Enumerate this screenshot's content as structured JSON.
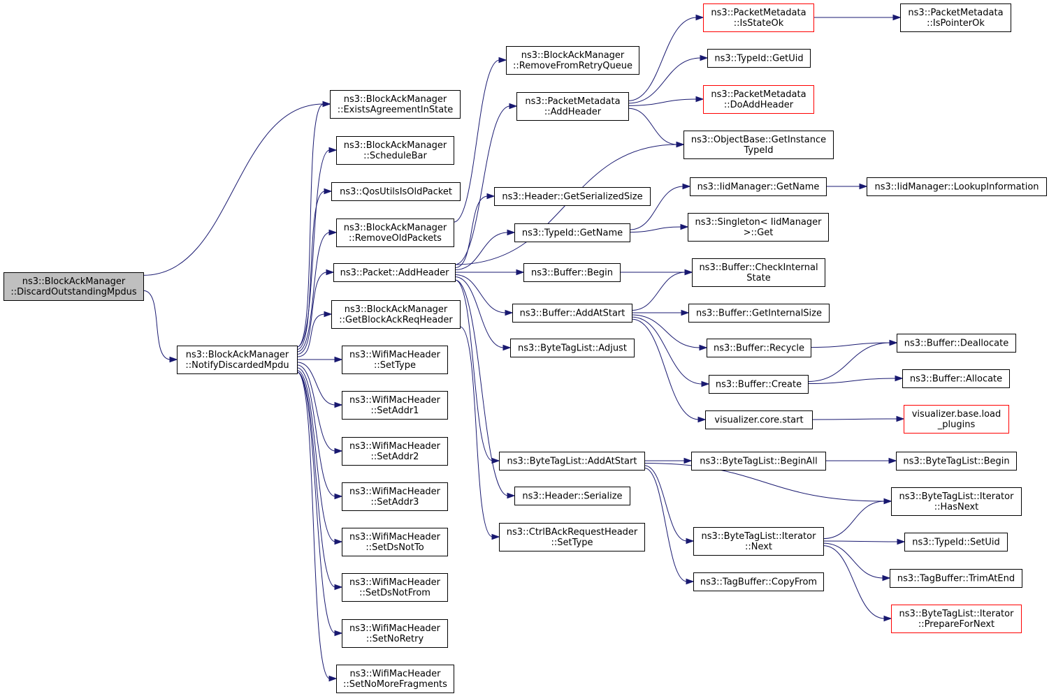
{
  "nodes": [
    {
      "id": "n_root",
      "lines": [
        "ns3::BlockAckManager",
        "::DiscardOutstandingMpdus"
      ],
      "color": "root"
    },
    {
      "id": "n_notify",
      "lines": [
        "ns3::BlockAckManager",
        "::NotifyDiscardedMpdu"
      ]
    },
    {
      "id": "n_exists",
      "lines": [
        "ns3::BlockAckManager",
        "::ExistsAgreementInState"
      ]
    },
    {
      "id": "n_schedbar",
      "lines": [
        "ns3::BlockAckManager",
        "::ScheduleBar"
      ]
    },
    {
      "id": "n_qosold",
      "lines": [
        "ns3::QosUtilsIsOldPacket"
      ]
    },
    {
      "id": "n_removeold",
      "lines": [
        "ns3::BlockAckManager",
        "::RemoveOldPackets"
      ]
    },
    {
      "id": "n_pktaddhdr",
      "lines": [
        "ns3::Packet::AddHeader"
      ]
    },
    {
      "id": "n_getbar",
      "lines": [
        "ns3::BlockAckManager",
        "::GetBlockAckReqHeader"
      ]
    },
    {
      "id": "n_settype",
      "lines": [
        "ns3::WifiMacHeader",
        "::SetType"
      ]
    },
    {
      "id": "n_addr1",
      "lines": [
        "ns3::WifiMacHeader",
        "::SetAddr1"
      ]
    },
    {
      "id": "n_addr2",
      "lines": [
        "ns3::WifiMacHeader",
        "::SetAddr2"
      ]
    },
    {
      "id": "n_addr3",
      "lines": [
        "ns3::WifiMacHeader",
        "::SetAddr3"
      ]
    },
    {
      "id": "n_dsnotto",
      "lines": [
        "ns3::WifiMacHeader",
        "::SetDsNotTo"
      ]
    },
    {
      "id": "n_dsnotfrom",
      "lines": [
        "ns3::WifiMacHeader",
        "::SetDsNotFrom"
      ]
    },
    {
      "id": "n_noretry",
      "lines": [
        "ns3::WifiMacHeader",
        "::SetNoRetry"
      ]
    },
    {
      "id": "n_nomorefrag",
      "lines": [
        "ns3::WifiMacHeader",
        "::SetNoMoreFragments"
      ]
    },
    {
      "id": "n_removeretry",
      "lines": [
        "ns3::BlockAckManager",
        "::RemoveFromRetryQueue"
      ]
    },
    {
      "id": "n_pmaddhdr",
      "lines": [
        "ns3::PacketMetadata",
        "::AddHeader"
      ]
    },
    {
      "id": "n_hdrsersize",
      "lines": [
        "ns3::Header::GetSerializedSize"
      ]
    },
    {
      "id": "n_tidgetname",
      "lines": [
        "ns3::TypeId::GetName"
      ]
    },
    {
      "id": "n_bufbegin",
      "lines": [
        "ns3::Buffer::Begin"
      ]
    },
    {
      "id": "n_bufaddstart",
      "lines": [
        "ns3::Buffer::AddAtStart"
      ]
    },
    {
      "id": "n_btladjust",
      "lines": [
        "ns3::ByteTagList::Adjust"
      ]
    },
    {
      "id": "n_btladdstart",
      "lines": [
        "ns3::ByteTagList::AddAtStart"
      ]
    },
    {
      "id": "n_hdrserialize",
      "lines": [
        "ns3::Header::Serialize"
      ]
    },
    {
      "id": "n_ctrlbar",
      "lines": [
        "ns3::CtrlBAckRequestHeader",
        "::SetType"
      ]
    },
    {
      "id": "n_isstateok",
      "lines": [
        "ns3::PacketMetadata",
        "::IsStateOk"
      ],
      "color": "trunc"
    },
    {
      "id": "n_getuid",
      "lines": [
        "ns3::TypeId::GetUid"
      ]
    },
    {
      "id": "n_doaddhdr",
      "lines": [
        "ns3::PacketMetadata",
        "::DoAddHeader"
      ],
      "color": "trunc"
    },
    {
      "id": "n_getinst",
      "lines": [
        "ns3::ObjectBase::GetInstance",
        "TypeId"
      ]
    },
    {
      "id": "n_iidgetname",
      "lines": [
        "ns3::IidManager::GetName"
      ]
    },
    {
      "id": "n_singleton",
      "lines": [
        "ns3::Singleton< IidManager",
        "&gt;::Get"
      ]
    },
    {
      "id": "n_checkint",
      "lines": [
        "ns3::Buffer::CheckInternal",
        "State"
      ]
    },
    {
      "id": "n_getintsize",
      "lines": [
        "ns3::Buffer::GetInternalSize"
      ]
    },
    {
      "id": "n_recycle",
      "lines": [
        "ns3::Buffer::Recycle"
      ]
    },
    {
      "id": "n_create",
      "lines": [
        "ns3::Buffer::Create"
      ]
    },
    {
      "id": "n_vizstart",
      "lines": [
        "visualizer.core.start"
      ]
    },
    {
      "id": "n_beginall",
      "lines": [
        "ns3::ByteTagList::BeginAll"
      ]
    },
    {
      "id": "n_itnext",
      "lines": [
        "ns3::ByteTagList::Iterator",
        "::Next"
      ]
    },
    {
      "id": "n_copyfrom",
      "lines": [
        "ns3::TagBuffer::CopyFrom"
      ]
    },
    {
      "id": "n_ispointerok",
      "lines": [
        "ns3::PacketMetadata",
        "::IsPointerOk"
      ]
    },
    {
      "id": "n_lookup",
      "lines": [
        "ns3::IidManager::LookupInformation"
      ]
    },
    {
      "id": "n_dealloc",
      "lines": [
        "ns3::Buffer::Deallocate"
      ]
    },
    {
      "id": "n_alloc",
      "lines": [
        "ns3::Buffer::Allocate"
      ]
    },
    {
      "id": "n_loadplugins",
      "lines": [
        "visualizer.base.load",
        "_plugins"
      ],
      "color": "trunc"
    },
    {
      "id": "n_btlbegin",
      "lines": [
        "ns3::ByteTagList::Begin"
      ]
    },
    {
      "id": "n_hasnext",
      "lines": [
        "ns3::ByteTagList::Iterator",
        "::HasNext"
      ]
    },
    {
      "id": "n_setuid",
      "lines": [
        "ns3::TypeId::SetUid"
      ]
    },
    {
      "id": "n_trimatend",
      "lines": [
        "ns3::TagBuffer::TrimAtEnd"
      ]
    },
    {
      "id": "n_prepnext",
      "lines": [
        "ns3::ByteTagList::Iterator",
        "::PrepareForNext"
      ],
      "color": "trunc"
    }
  ],
  "edges": [
    [
      "n_root",
      "n_exists"
    ],
    [
      "n_root",
      "n_notify"
    ],
    [
      "n_notify",
      "n_exists"
    ],
    [
      "n_notify",
      "n_schedbar"
    ],
    [
      "n_notify",
      "n_qosold"
    ],
    [
      "n_notify",
      "n_removeold"
    ],
    [
      "n_notify",
      "n_pktaddhdr"
    ],
    [
      "n_notify",
      "n_getbar"
    ],
    [
      "n_notify",
      "n_settype"
    ],
    [
      "n_notify",
      "n_addr1"
    ],
    [
      "n_notify",
      "n_addr2"
    ],
    [
      "n_notify",
      "n_addr3"
    ],
    [
      "n_notify",
      "n_dsnotto"
    ],
    [
      "n_notify",
      "n_dsnotfrom"
    ],
    [
      "n_notify",
      "n_noretry"
    ],
    [
      "n_notify",
      "n_nomorefrag"
    ],
    [
      "n_removeold",
      "n_removeretry"
    ],
    [
      "n_getbar",
      "n_ctrlbar"
    ],
    [
      "n_pktaddhdr",
      "n_pmaddhdr"
    ],
    [
      "n_pktaddhdr",
      "n_getinst"
    ],
    [
      "n_pktaddhdr",
      "n_hdrsersize"
    ],
    [
      "n_pktaddhdr",
      "n_tidgetname"
    ],
    [
      "n_pktaddhdr",
      "n_bufbegin"
    ],
    [
      "n_pktaddhdr",
      "n_bufaddstart"
    ],
    [
      "n_pktaddhdr",
      "n_btladjust"
    ],
    [
      "n_pktaddhdr",
      "n_btladdstart"
    ],
    [
      "n_pktaddhdr",
      "n_hdrserialize"
    ],
    [
      "n_pmaddhdr",
      "n_isstateok"
    ],
    [
      "n_pmaddhdr",
      "n_getuid"
    ],
    [
      "n_pmaddhdr",
      "n_doaddhdr"
    ],
    [
      "n_pmaddhdr",
      "n_getinst"
    ],
    [
      "n_isstateok",
      "n_ispointerok"
    ],
    [
      "n_tidgetname",
      "n_iidgetname"
    ],
    [
      "n_tidgetname",
      "n_singleton"
    ],
    [
      "n_iidgetname",
      "n_lookup"
    ],
    [
      "n_bufbegin",
      "n_checkint"
    ],
    [
      "n_bufaddstart",
      "n_checkint"
    ],
    [
      "n_bufaddstart",
      "n_getintsize"
    ],
    [
      "n_bufaddstart",
      "n_recycle"
    ],
    [
      "n_bufaddstart",
      "n_create"
    ],
    [
      "n_bufaddstart",
      "n_vizstart"
    ],
    [
      "n_recycle",
      "n_dealloc"
    ],
    [
      "n_create",
      "n_dealloc"
    ],
    [
      "n_create",
      "n_alloc"
    ],
    [
      "n_vizstart",
      "n_loadplugins"
    ],
    [
      "n_btladdstart",
      "n_beginall"
    ],
    [
      "n_btladdstart",
      "n_hasnext"
    ],
    [
      "n_btladdstart",
      "n_itnext"
    ],
    [
      "n_btladdstart",
      "n_copyfrom"
    ],
    [
      "n_beginall",
      "n_btlbegin"
    ],
    [
      "n_itnext",
      "n_hasnext"
    ],
    [
      "n_itnext",
      "n_setuid"
    ],
    [
      "n_itnext",
      "n_trimatend"
    ],
    [
      "n_itnext",
      "n_prepnext"
    ]
  ],
  "colors": {
    "edge": "#191970",
    "truncated_border": "#ff0000",
    "root_fill": "#bfbfbf"
  }
}
